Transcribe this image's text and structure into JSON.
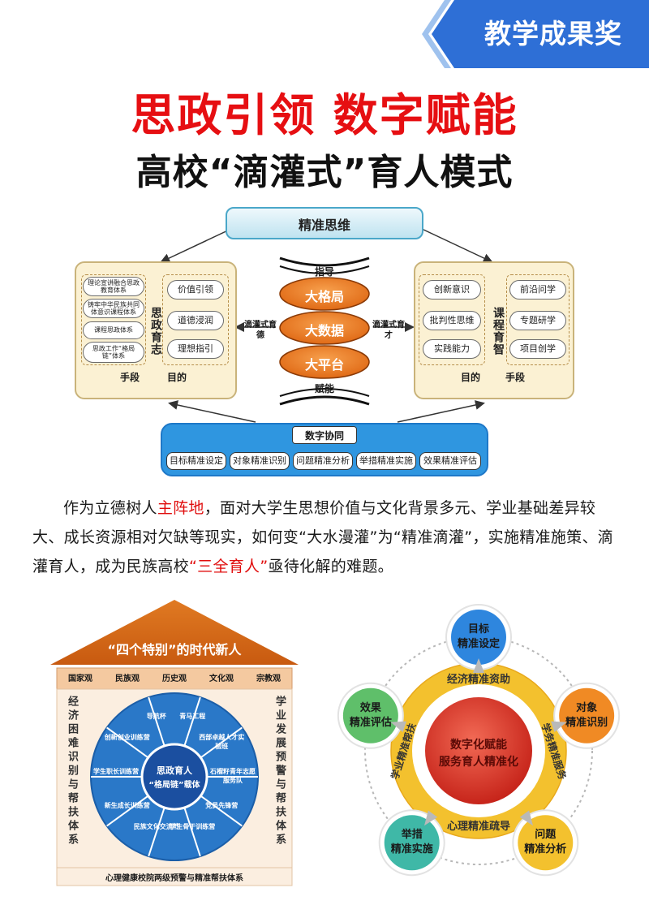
{
  "badge": "教学成果奖",
  "title_main": "思政引领  数字赋能",
  "title_sub": "高校“滴灌式”育人模式",
  "diagram": {
    "top_box": "精准思维",
    "left_panel": {
      "vertical_label": "思政育志",
      "methods": [
        "理论宣讲融合思政教育体系",
        "铸牢中华民族共同体意识课程体系",
        "课程思政体系",
        "思政工作“格局链”体系"
      ],
      "goals": [
        "价值引领",
        "道德浸润",
        "理想指引"
      ],
      "footer_left": "手段",
      "footer_right": "目的"
    },
    "right_panel": {
      "vertical_label": "课程育智",
      "methods": [
        "创新意识",
        "批判性思维",
        "实践能力"
      ],
      "goals": [
        "前沿问学",
        "专题研学",
        "项目创学"
      ],
      "footer_left": "目的",
      "footer_right": "手段"
    },
    "center_top": "指导",
    "center_bottom": "赋能",
    "ellipses": [
      "大格局",
      "大数据",
      "大平台"
    ],
    "left_arrow_label": "滴灌式育德",
    "right_arrow_label": "滴灌式育才",
    "bottom_box_title": "数字协同",
    "bottom_items": [
      "目标精准设定",
      "对象精准识别",
      "问题精准分析",
      "举措精准实施",
      "效果精准评估"
    ]
  },
  "intro": {
    "p1": "作为立德树人",
    "h1": "主阵地",
    "p2": "，面对大学生思想价值与文化背景多元、学业基础差异较大、成长资源相对欠缺等现实，如何变“大水漫灌”为“精准滴灌”，实施精准施策、滴灌育人，成为民族高校",
    "h2": "“三全育人”",
    "p3": "亟待化解的难题。"
  },
  "house": {
    "roof_title": "“四个特别”的时代新人",
    "beam_items": [
      "国家观",
      "民族观",
      "历史观",
      "文化观",
      "宗教观"
    ],
    "left_pillar": "经济困难识别与帮扶体系",
    "right_pillar": "学业发展预警与帮扶体系",
    "base": "心理健康校院两级预警与精准帮扶体系",
    "center": [
      "思政育人",
      "“格局链”载体"
    ],
    "segments": [
      "青马工程",
      "西部卓越人才实验班",
      "石榴籽青年志愿服务队",
      "党员先锋营",
      "学生骨干训练营",
      "民族文化交流节",
      "新生成长训练营",
      "学生职长训练营",
      "创新创业训练营",
      "导航杯"
    ]
  },
  "wheel": {
    "center": [
      "数字化赋能",
      "服务育人精准化"
    ],
    "ring_texts": [
      "经济精准资助",
      "学务精准服务",
      "心理精准疏导",
      "学业精准帮扶"
    ],
    "nodes": [
      {
        "lines": [
          "目标",
          "精准设定"
        ],
        "color": "#2e86de"
      },
      {
        "lines": [
          "对象",
          "精准识别"
        ],
        "color": "#f08a24"
      },
      {
        "lines": [
          "问题",
          "精准分析"
        ],
        "color": "#f3c12e"
      },
      {
        "lines": [
          "举措",
          "精准实施"
        ],
        "color": "#3fb8a7"
      },
      {
        "lines": [
          "效果",
          "精准评估"
        ],
        "color": "#5fbf6a"
      }
    ]
  }
}
